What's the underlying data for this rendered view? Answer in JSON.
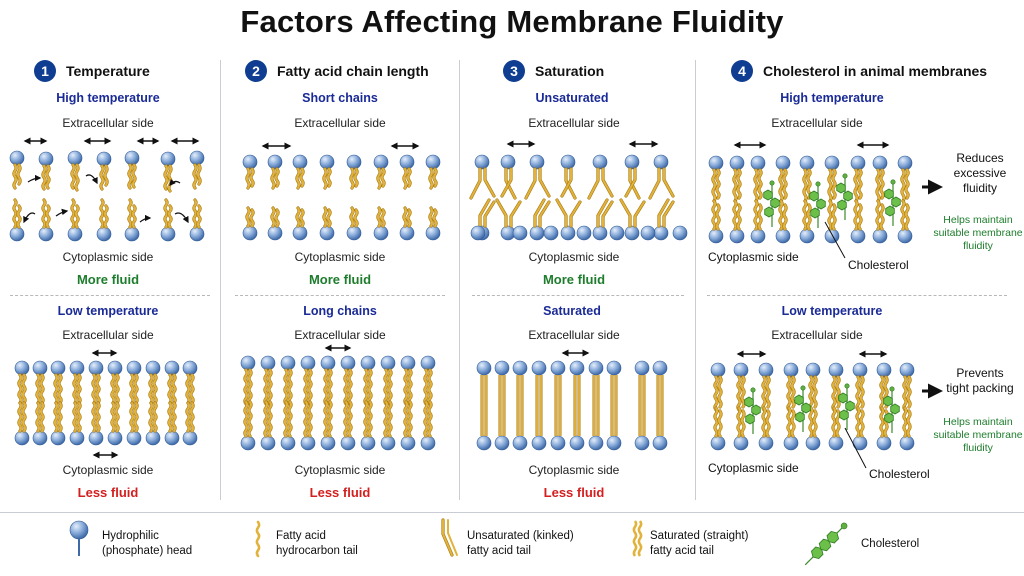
{
  "title": "Factors Affecting Membrane Fluidity",
  "sections": [
    {
      "num": "1",
      "heading": "Temperature",
      "top_label": "High temperature",
      "top_result": "More fluid",
      "bottom_label": "Low temperature",
      "bottom_result": "Less fluid"
    },
    {
      "num": "2",
      "heading": "Fatty acid chain length",
      "top_label": "Short chains",
      "top_result": "More fluid",
      "bottom_label": "Long chains",
      "bottom_result": "Less fluid"
    },
    {
      "num": "3",
      "heading": "Saturation",
      "top_label": "Unsaturated",
      "top_result": "More fluid",
      "bottom_label": "Saturated",
      "bottom_result": "Less fluid"
    },
    {
      "num": "4",
      "heading": "Cholesterol in animal membranes",
      "top_label": "High temperature",
      "bottom_label": "Low temperature"
    }
  ],
  "extracellular": "Extracellular side",
  "cytoplasmic": "Cytoplasmic side",
  "cholesterol_notes": {
    "top_effect": "Reduces excessive fluidity",
    "bottom_effect": "Prevents tight packing",
    "helps": "Helps maintain suitable membrane fluidity",
    "cholesterol_label": "Cholesterol"
  },
  "legend": [
    {
      "icon": "phosphate-head-icon",
      "text": "Hydrophilic (phosphate) head"
    },
    {
      "icon": "fatty-acid-tail-icon",
      "text": "Fatty acid hydrocarbon tail"
    },
    {
      "icon": "unsaturated-tail-icon",
      "text": "Unsaturated (kinked) fatty acid tail"
    },
    {
      "icon": "saturated-tail-icon",
      "text": "Saturated (straight) fatty acid tail"
    },
    {
      "icon": "cholesterol-icon",
      "text": "Cholesterol"
    }
  ],
  "colors": {
    "head": "#7fa5d8",
    "tail": "#e2b33c",
    "cholesterol": "#6cc04a",
    "number_badge": "#0f3d91",
    "more_fluid": "#1e7d2c",
    "less_fluid": "#d41f1f"
  }
}
